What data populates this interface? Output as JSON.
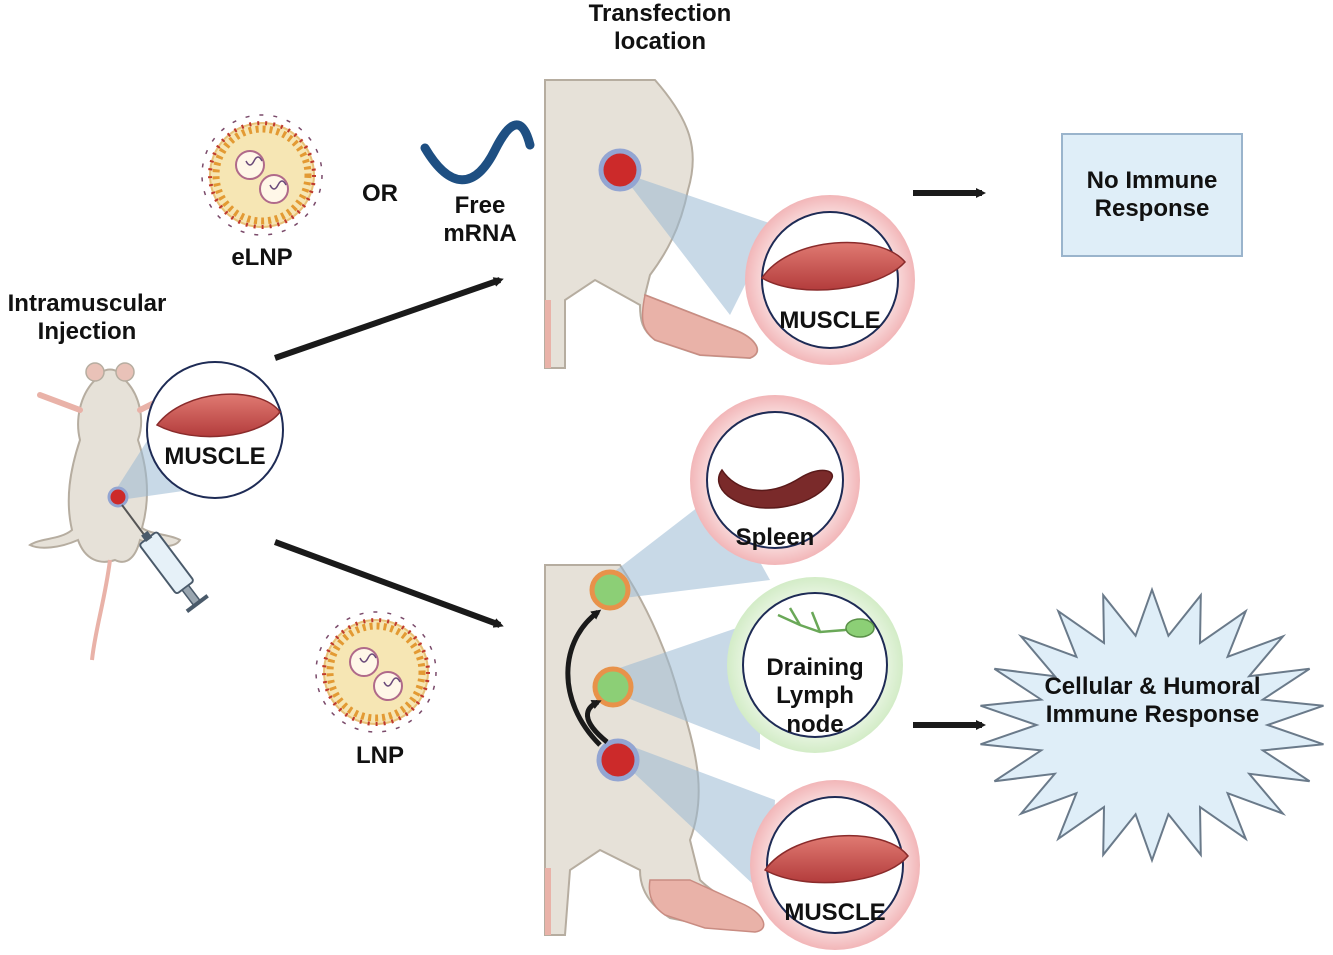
{
  "labels": {
    "transfection_location": [
      "Transfection",
      "location"
    ],
    "elnp": "eLNP",
    "or": "OR",
    "free_mrna": [
      "Free",
      "mRNA"
    ],
    "intramuscular_injection": [
      "Intramuscular",
      "Injection"
    ],
    "muscle": "MUSCLE",
    "lnp": "LNP",
    "spleen": "Spleen",
    "draining_lymph_node": [
      "Draining",
      "Lymph",
      "node"
    ],
    "no_immune_response": [
      "No Immune",
      "Response"
    ],
    "cellular_humoral": [
      "Cellular & Humoral",
      "Immune Response"
    ]
  },
  "colors": {
    "fur": "#e6e1d8",
    "fur_outline": "#b6ada0",
    "muscle_red": "#c44a4a",
    "injection_site": "#cc2a2a",
    "lymph_green": "#8ccf76",
    "lymph_ring": "#e8924a",
    "cone_blue": "#9bbad4",
    "box_fill": "#dfeef8",
    "box_stroke": "#9ab4cc",
    "mrna_blue": "#1e4f82",
    "arrow": "#1a1a1a"
  }
}
